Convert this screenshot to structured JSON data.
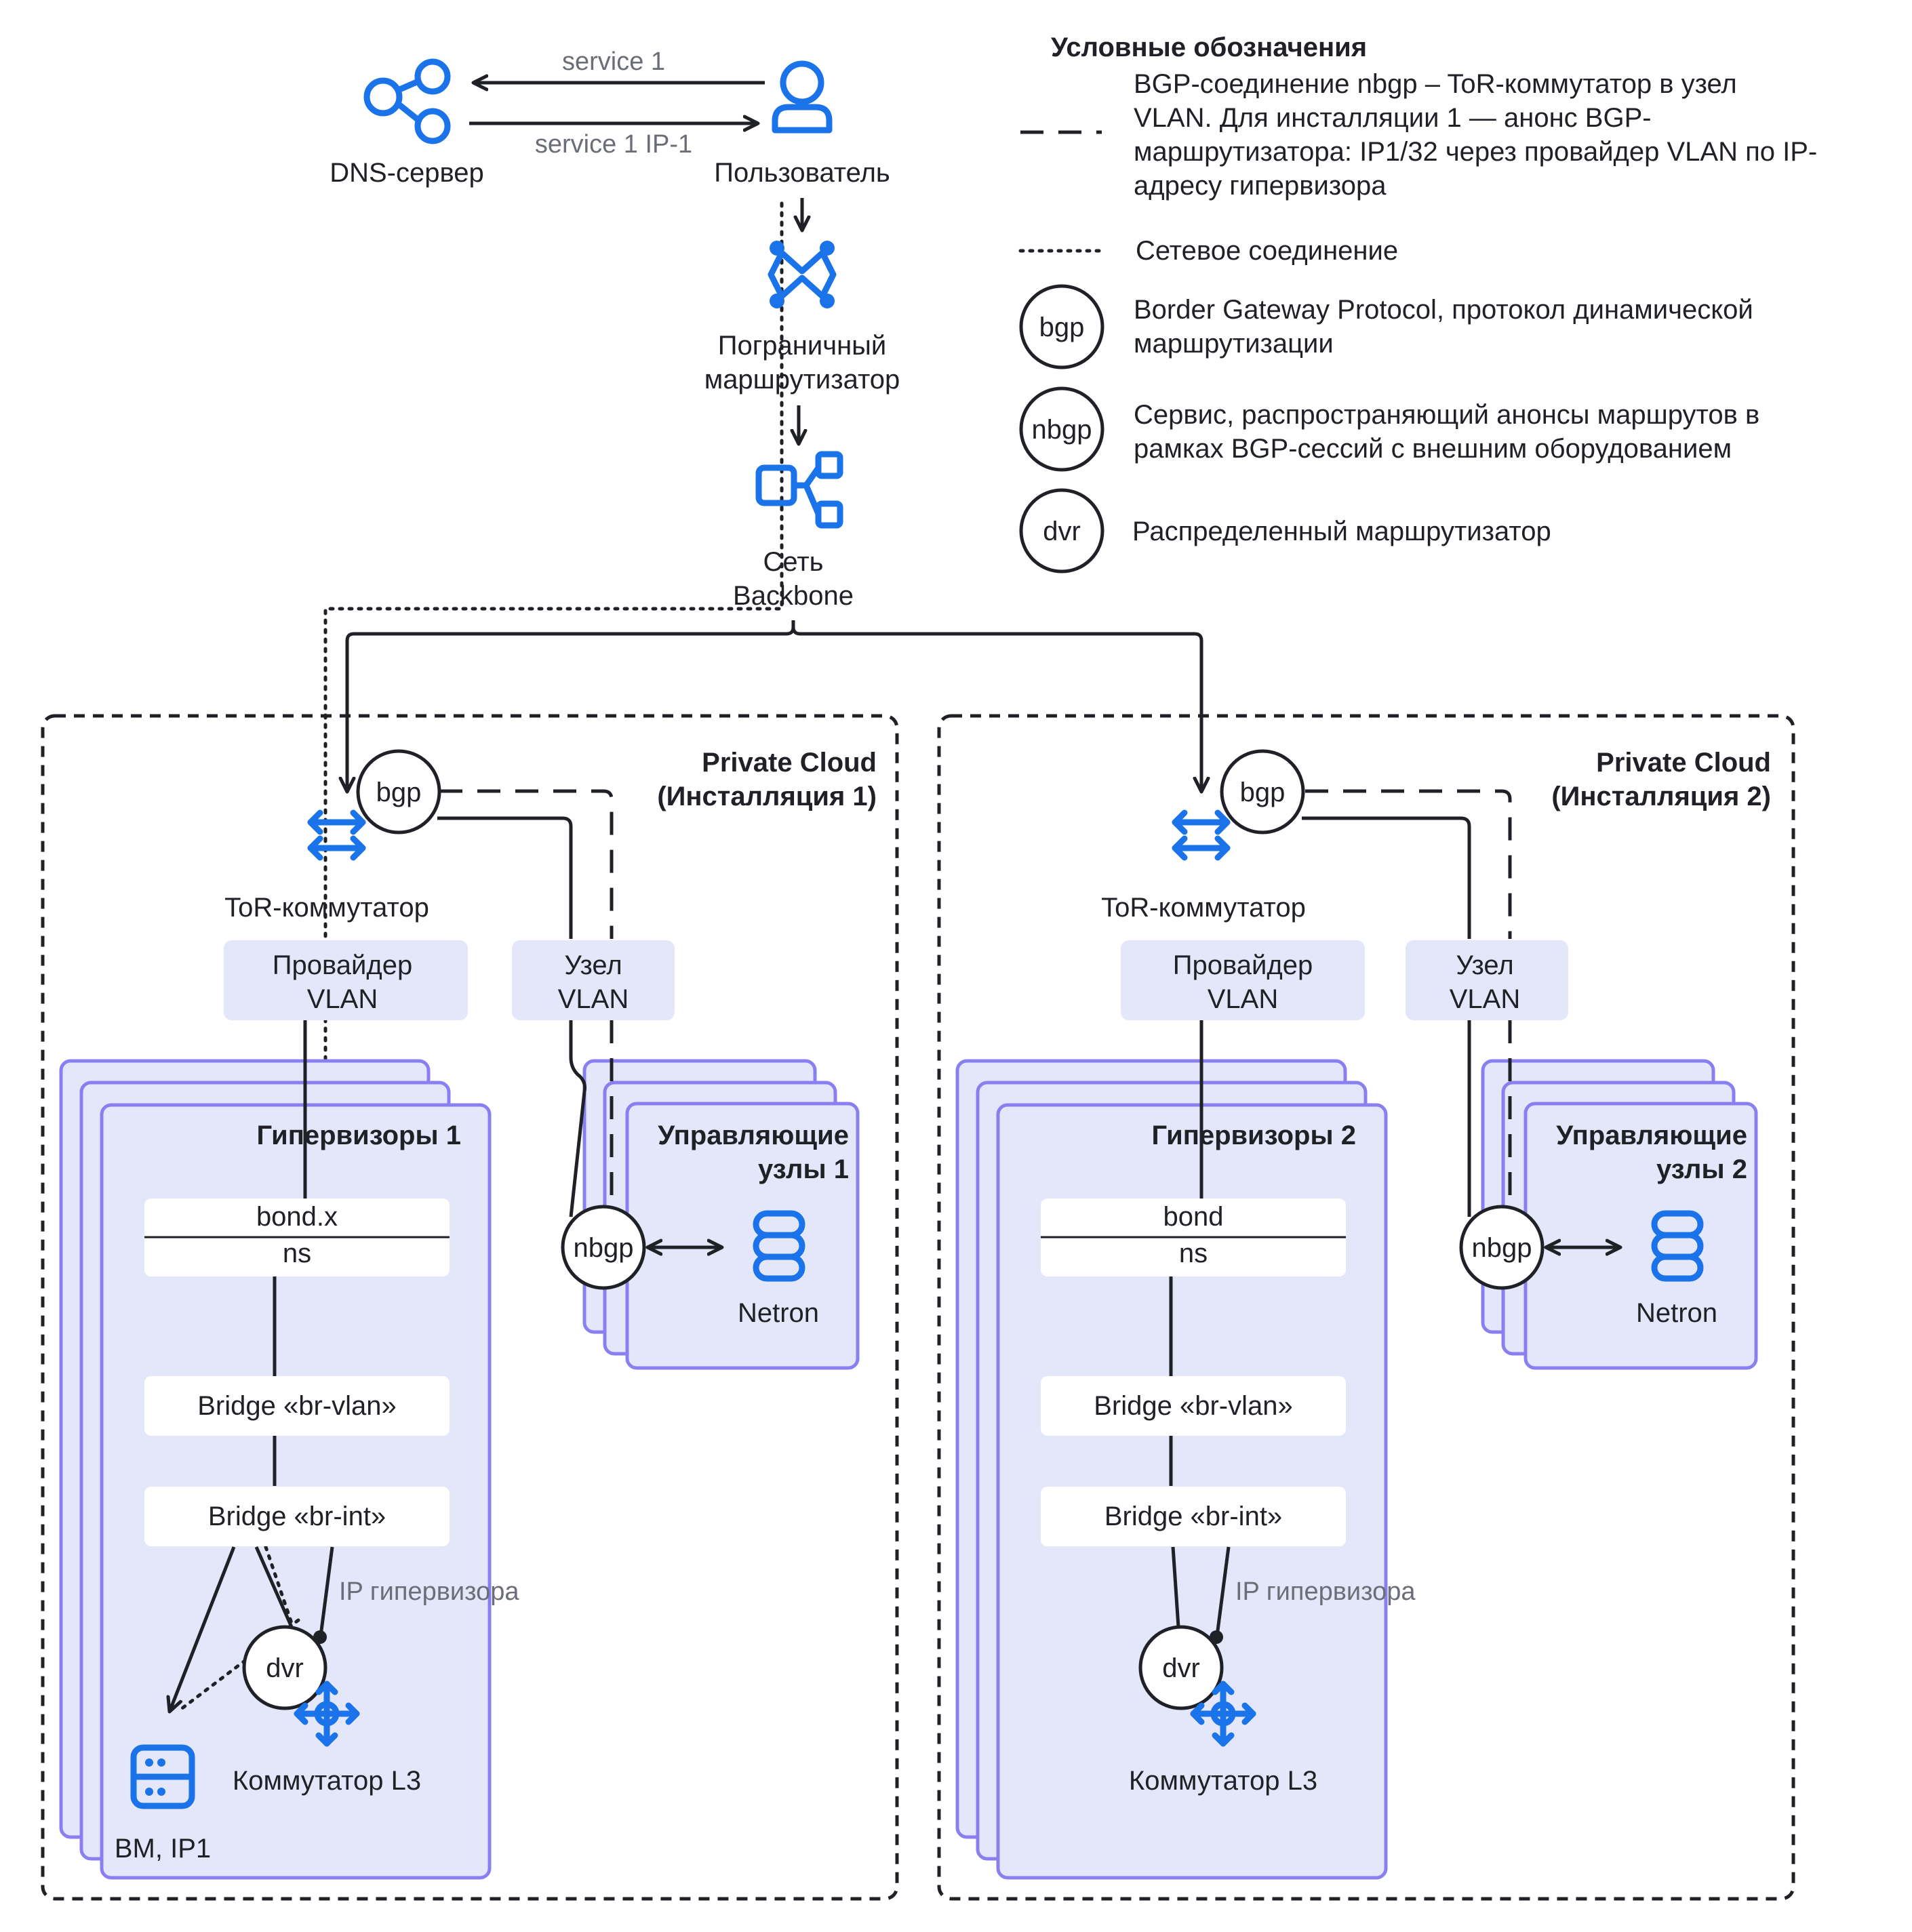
{
  "top": {
    "dns_label": "DNS-сервер",
    "user_label": "Пользователь",
    "arrow_top": "service 1",
    "arrow_bottom": "service 1 IP-1",
    "border_router": [
      "Пограничный",
      "маршрутизатор"
    ],
    "backbone": [
      "Сеть",
      "Backbone"
    ]
  },
  "legend": {
    "title": "Условные обозначения",
    "dashed_text": [
      "BGP-соединение nbgp – ToR-коммутатор в узел",
      "VLAN. Для инсталляции 1 — анонс BGP-",
      "маршрутизатора: IP1/32 через провайдер VLAN по IP-",
      "адресу гипервизора"
    ],
    "dotted_text": "Сетевое соединение",
    "bgp_symbol": "bgp",
    "bgp_text": [
      "Border Gateway Protocol, протокол динамической",
      "маршрутизации"
    ],
    "nbgp_symbol": "nbgp",
    "nbgp_text": [
      "Сервис, распространяющий анонсы маршрутов в",
      "рамках BGP-сессий с внешним оборудованием"
    ],
    "dvr_symbol": "dvr",
    "dvr_text": "Распределенный маршрутизатор"
  },
  "cloud1": {
    "title": [
      "Private Cloud",
      "(Инсталляция 1)"
    ],
    "bgp": "bgp",
    "tor": "ToR-коммутатор",
    "provider_vlan": [
      "Провайдер",
      "VLAN"
    ],
    "node_vlan": [
      "Узел",
      "VLAN"
    ],
    "hypervisors": "Гипервизоры 1",
    "bond": "bond.x",
    "ns": "ns",
    "br_vlan": "Bridge «br-vlan»",
    "br_int": "Bridge «br-int»",
    "ip_hyp": "IP гипервизора",
    "dvr": "dvr",
    "l3": "Коммутатор L3",
    "vm": "ВМ, IP1",
    "mgmt": [
      "Управляющие",
      "узлы 1"
    ],
    "nbgp": "nbgp",
    "netron": "Netron"
  },
  "cloud2": {
    "title": [
      "Private Cloud",
      "(Инсталляция 2)"
    ],
    "bgp": "bgp",
    "tor": "ToR-коммутатор",
    "provider_vlan": [
      "Провайдер",
      "VLAN"
    ],
    "node_vlan": [
      "Узел",
      "VLAN"
    ],
    "hypervisors": "Гипервизоры 2",
    "bond": "bond",
    "ns": "ns",
    "br_vlan": "Bridge «br-vlan»",
    "br_int": "Bridge «br-int»",
    "ip_hyp": "IP гипервизора",
    "dvr": "dvr",
    "l3": "Коммутатор L3",
    "mgmt": [
      "Управляющие",
      "узлы 2"
    ],
    "nbgp": "nbgp",
    "netron": "Netron"
  },
  "colors": {
    "icon_blue": "#1a73e8",
    "card_fill": "#e4e7fa",
    "card_stroke": "#8a7ff0",
    "line": "#1f2126"
  }
}
